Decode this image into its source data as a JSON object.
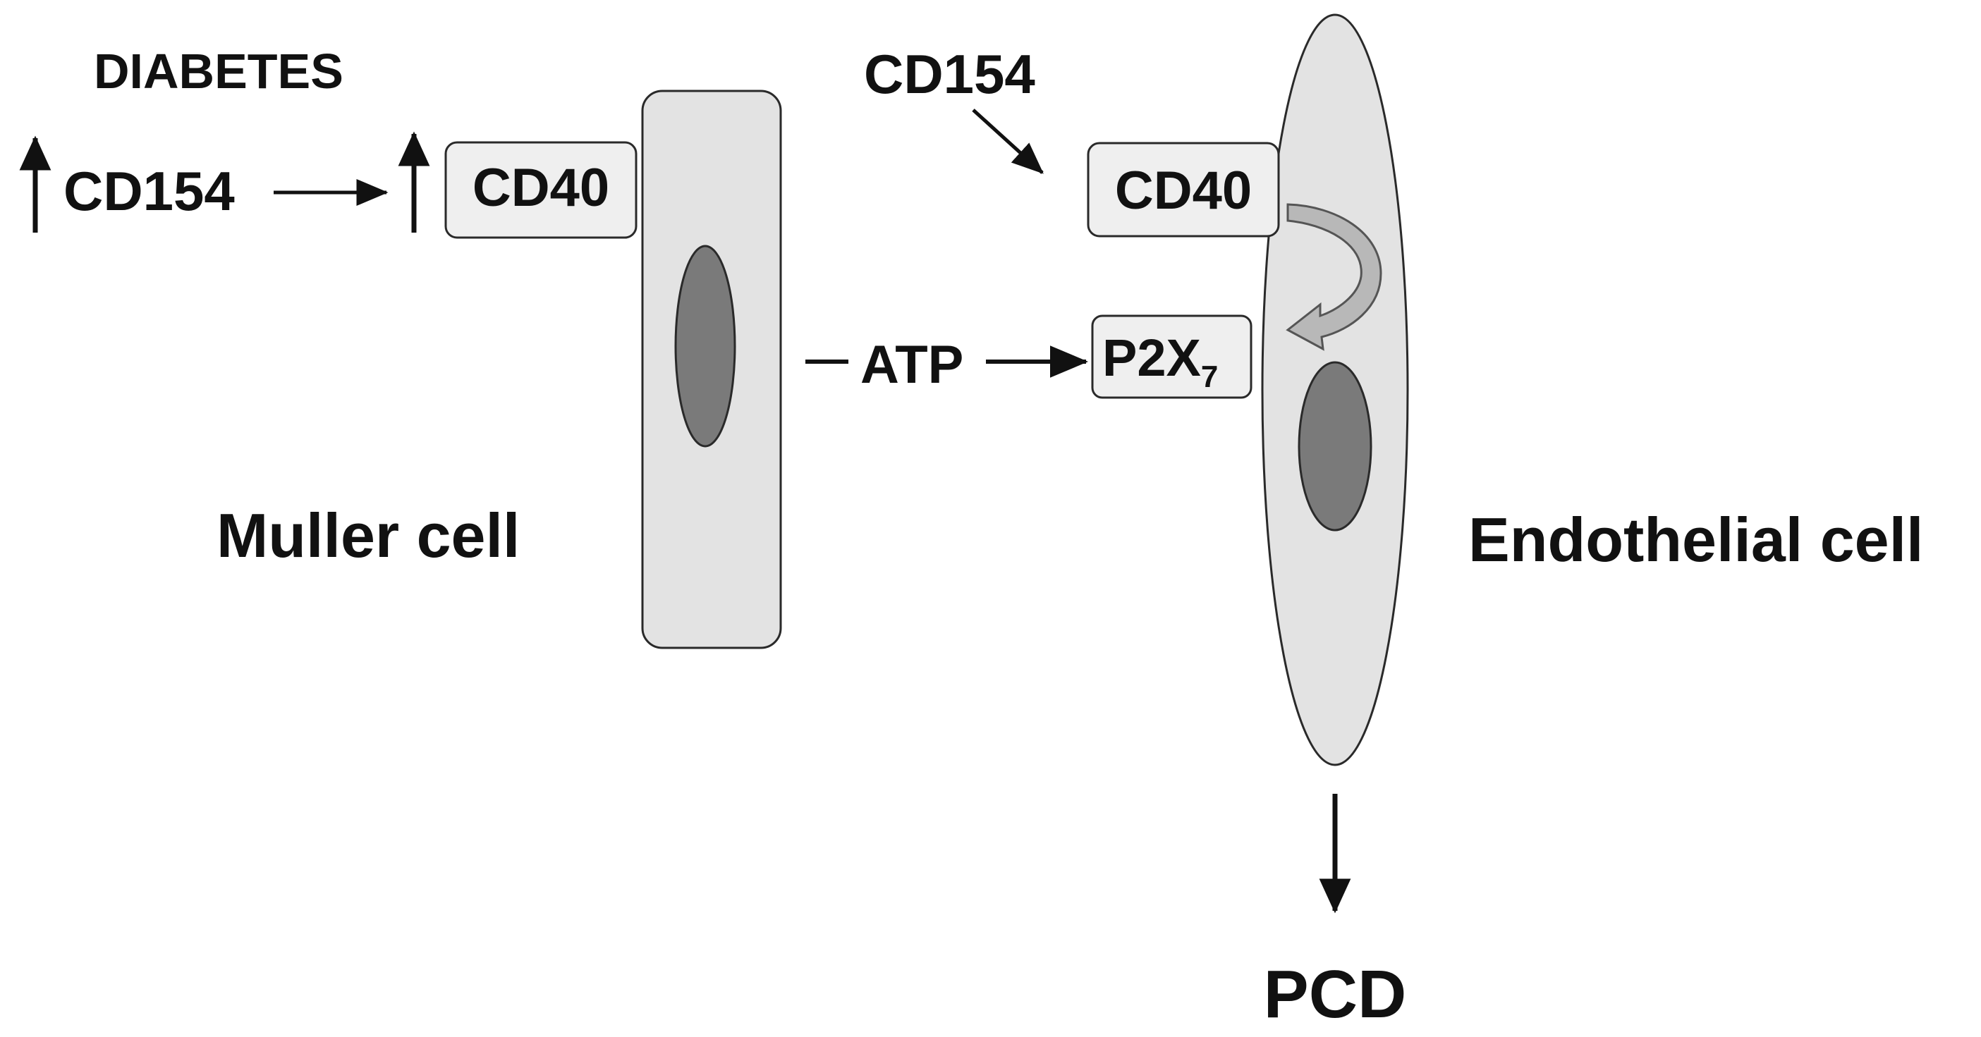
{
  "labels": {
    "diabetes": "DIABETES",
    "cd154_left": "CD154",
    "cd40_muller": "CD40",
    "cd154_right": "CD154",
    "cd40_endo": "CD40",
    "p2x7_main": "P2X",
    "p2x7_sub": "7",
    "atp": "ATP",
    "muller_cell": "Muller cell",
    "endothelial_cell": "Endothelial cell",
    "pcd": "PCD"
  },
  "colors": {
    "cell_fill": "#e3e3e3",
    "nucleus_fill": "#7a7a7a",
    "receptor_fill": "#efefef",
    "outline": "#2a2a2a",
    "curved_arrow_fill": "#b8b8b8"
  }
}
